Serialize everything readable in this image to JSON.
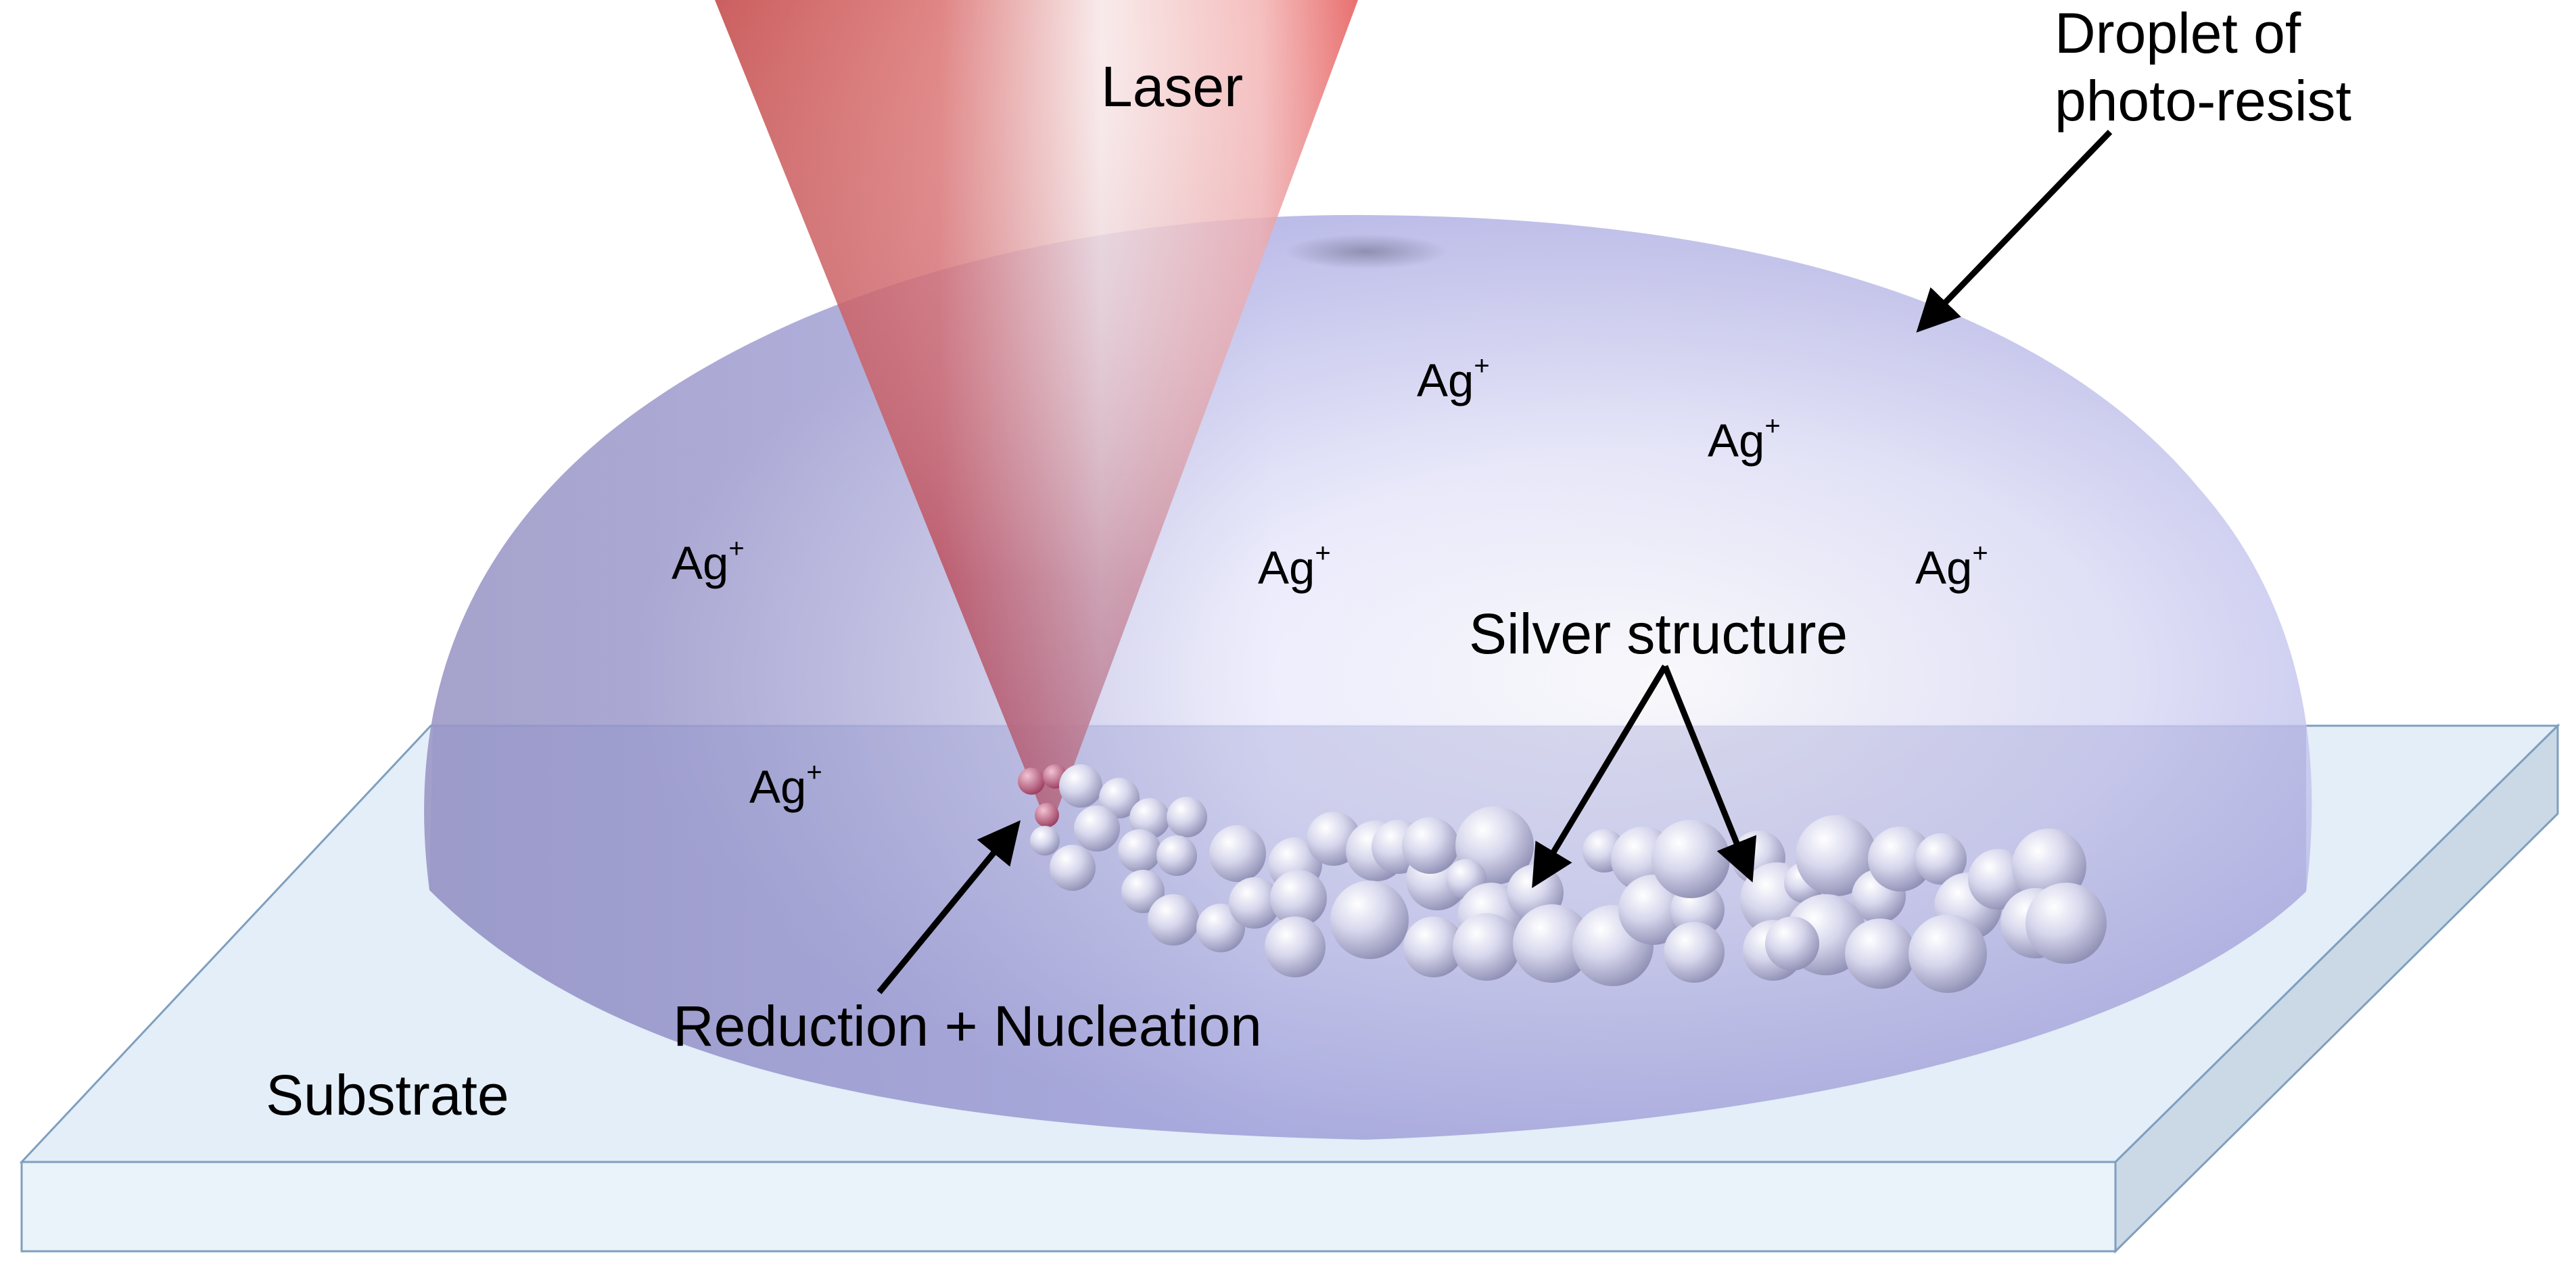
{
  "labels": {
    "laser": "Laser",
    "droplet_line1": "Droplet of",
    "droplet_line2": "photo-resist",
    "silver_structure": "Silver structure",
    "reduction": "Reduction + Nucleation",
    "substrate": "Substrate"
  },
  "ions": [
    {
      "base": "Ag",
      "charge": "+"
    },
    {
      "base": "Ag",
      "charge": "+"
    },
    {
      "base": "Ag",
      "charge": "+"
    },
    {
      "base": "Ag",
      "charge": "+"
    },
    {
      "base": "Ag",
      "charge": "+"
    },
    {
      "base": "Ag",
      "charge": "+"
    }
  ],
  "colors": {
    "droplet": "#c9c9f3",
    "substrate_top": "#e3eef8",
    "substrate_side": "#cbd9e6",
    "laser": "#e05a5a",
    "sphere": "#dcdcf0",
    "arrow": "#000000"
  }
}
